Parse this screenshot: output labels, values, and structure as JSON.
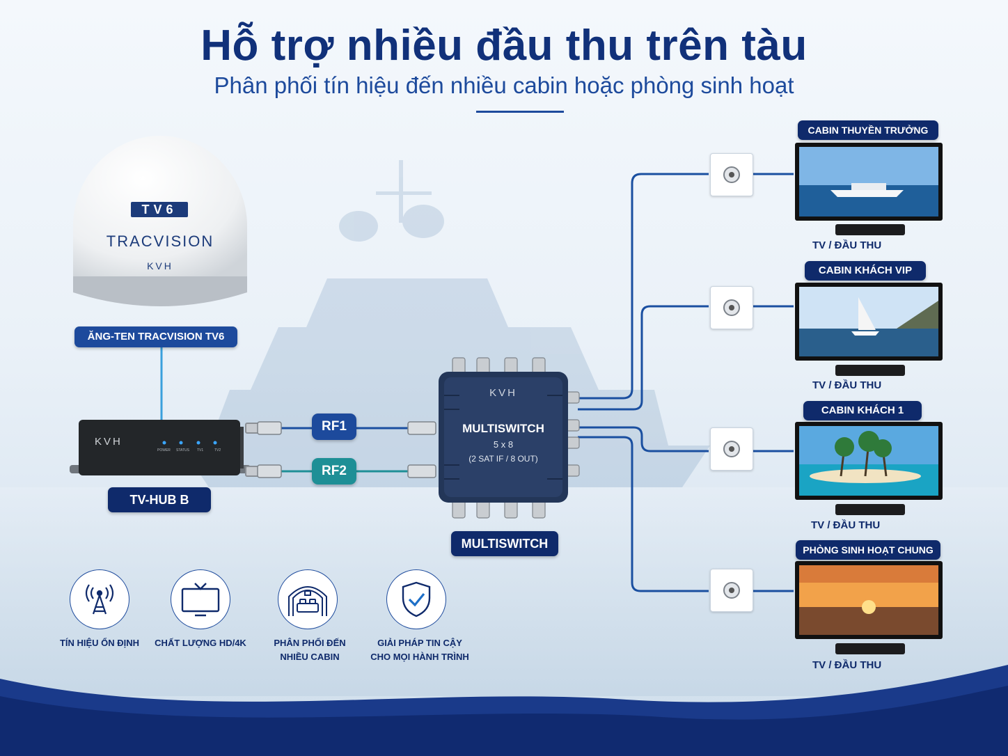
{
  "header": {
    "title": "Hỗ trợ nhiều đầu thu trên tàu",
    "subtitle": "Phân phối tín hiệu đến nhiều cabin hoặc phòng sinh hoạt"
  },
  "antenna": {
    "badge": "TV6",
    "brand": "TRACVISION",
    "maker": "KVH",
    "label": "ĂNG-TEN TRACVISION TV6"
  },
  "hub": {
    "maker": "KVH",
    "leds": [
      "POWER",
      "STATUS",
      "TV1",
      "TV2"
    ],
    "label": "TV-HUB B"
  },
  "links": {
    "rf1": "RF1",
    "rf2": "RF2"
  },
  "multiswitch": {
    "maker": "KVH",
    "name": "MULTISWITCH",
    "spec": "5 x 8",
    "detail": "(2 SAT IF / 8 OUT)",
    "label": "MULTISWITCH"
  },
  "rooms": [
    {
      "name": "CABIN THUYỀN TRƯỞNG",
      "tv": "TV / ĐẦU THU"
    },
    {
      "name": "CABIN KHÁCH VIP",
      "tv": "TV / ĐẦU THU"
    },
    {
      "name": "CABIN KHÁCH 1",
      "tv": "TV / ĐẦU THU"
    },
    {
      "name": "PHÒNG SINH HOẠT CHUNG",
      "tv": "TV / ĐẦU THU"
    }
  ],
  "features": [
    {
      "icon": "signal-tower-icon",
      "line1": "TÍN HIỆU ỔN ĐỊNH",
      "line2": ""
    },
    {
      "icon": "tv-icon",
      "line1": "CHẤT LƯỢNG HD/4K",
      "line2": ""
    },
    {
      "icon": "cabin-bed-icon",
      "line1": "PHÂN PHỐI ĐẾN",
      "line2": "NHIỀU CABIN"
    },
    {
      "icon": "shield-check-icon",
      "line1": "GIẢI PHÁP TIN CẬY",
      "line2": "CHO MỌI HÀNH TRÌNH"
    }
  ],
  "colors": {
    "navy": "#0f2a6b",
    "blue": "#1d4a9c",
    "teal": "#1e8f96",
    "cable": "#1a4fa0",
    "antenna_cable": "#3aa0dc"
  }
}
